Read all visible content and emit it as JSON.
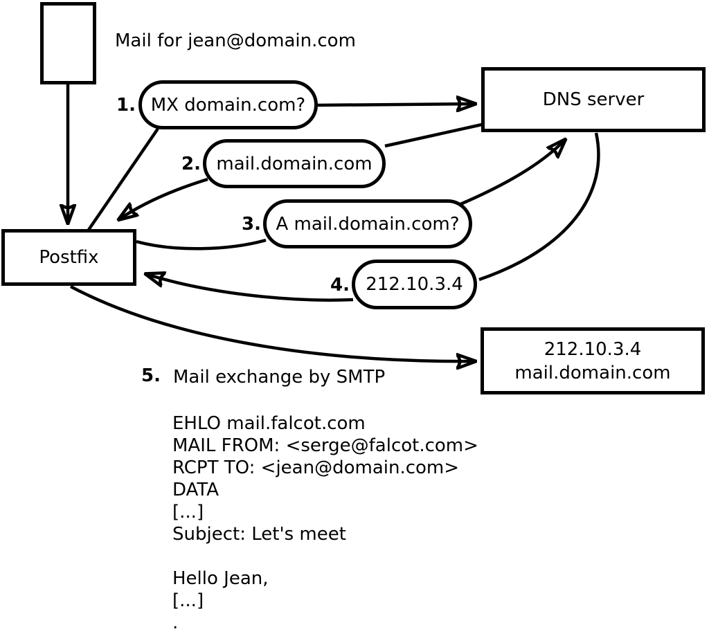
{
  "colors": {
    "line": "#000000",
    "background": "#ffffff",
    "text": "#000000"
  },
  "diagram": {
    "caption": "Mail for jean@domain.com",
    "nodes": {
      "postfix": {
        "label": "Postfix"
      },
      "dns": {
        "label": "DNS server"
      },
      "mail_server": {
        "line1": "212.10.3.4",
        "line2": "mail.domain.com"
      }
    },
    "steps": [
      {
        "num": "1.",
        "label": "MX domain.com?"
      },
      {
        "num": "2.",
        "label": "mail.domain.com"
      },
      {
        "num": "3.",
        "label": "A mail.domain.com?"
      },
      {
        "num": "4.",
        "label": "212.10.3.4"
      },
      {
        "num": "5.",
        "label": "Mail exchange by SMTP"
      }
    ],
    "smtp_session": "EHLO mail.falcot.com\nMAIL FROM: <serge@falcot.com>\nRCPT TO: <jean@domain.com>\nDATA\n[...]\nSubject: Let's meet\n\nHello Jean,\n[...]\n."
  }
}
